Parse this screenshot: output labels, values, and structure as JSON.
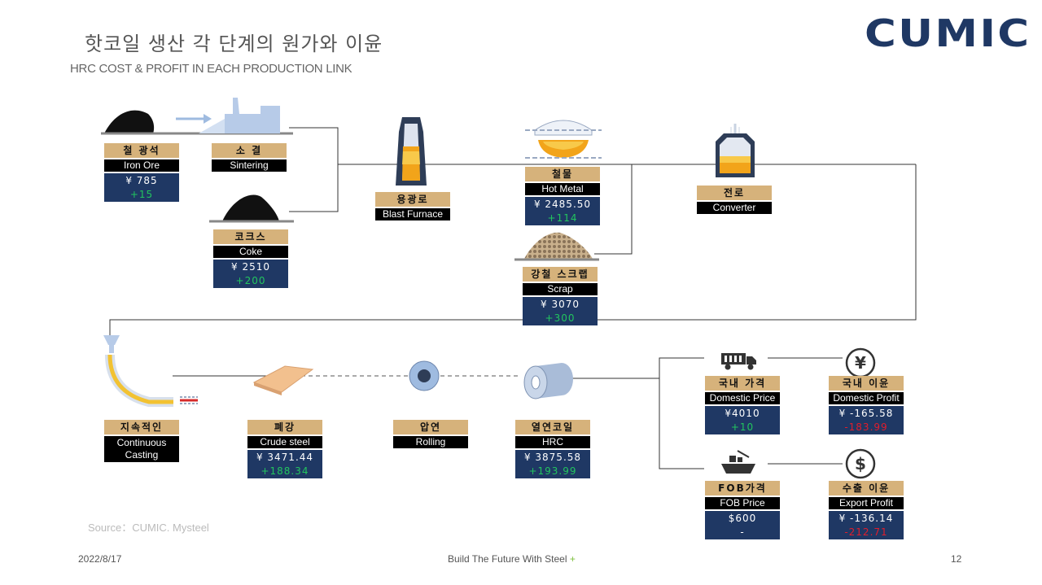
{
  "header": {
    "title_ko": "핫코일 생산 각 단계의 원가와 이윤",
    "title_en": "HRC COST & PROFIT IN EACH PRODUCTION LINK",
    "logo": "CUMIC"
  },
  "nodes": {
    "iron_ore": {
      "ko": "철 광석",
      "en": "Iron Ore",
      "price": "¥ 785",
      "delta": "+15"
    },
    "sintering": {
      "ko": "소 결",
      "en": "Sintering"
    },
    "coke": {
      "ko": "코크스",
      "en": "Coke",
      "price": "¥ 2510",
      "delta": "+200"
    },
    "blast_furnace": {
      "ko": "용광로",
      "en": "Blast Furnace"
    },
    "hot_metal": {
      "ko": "철물",
      "en": "Hot Metal",
      "price": "¥ 2485.50",
      "delta": "+114"
    },
    "scrap": {
      "ko": "강철 스크랩",
      "en": "Scrap",
      "price": "¥ 3070",
      "delta": "+300"
    },
    "converter": {
      "ko": "전로",
      "en": "Converter"
    },
    "continuous_casting": {
      "ko": "지속적인",
      "en": "Continuous Casting"
    },
    "crude_steel": {
      "ko": "폐강",
      "en": "Crude steel",
      "price": "¥ 3471.44",
      "delta": "+188.34"
    },
    "rolling": {
      "ko": "압연",
      "en": "Rolling"
    },
    "hrc": {
      "ko": "열연코일",
      "en": "HRC",
      "price": "¥ 3875.58",
      "delta": "+193.99"
    },
    "domestic_price": {
      "ko": "국내 가격",
      "en": "Domestic Price",
      "price": "¥4010",
      "delta": "+10"
    },
    "domestic_profit": {
      "ko": "국내 이윤",
      "en": "Domestic Profit",
      "price": "¥ -165.58",
      "delta": "-183.99"
    },
    "fob_price": {
      "ko": "FOB가격",
      "en": "FOB Price",
      "price": "$600",
      "delta": "-"
    },
    "export_profit": {
      "ko": "수출 이윤",
      "en": "Export Profit",
      "price": "¥ -136.14",
      "delta": "-212.71"
    }
  },
  "icons": {
    "yen": "¥",
    "dollar": "$"
  },
  "colors": {
    "label_tan": "#d6b27b",
    "value_navy": "#1f3864",
    "positive": "#22c55e",
    "negative": "#e11d2b",
    "logo": "#1f3864"
  },
  "footer": {
    "source": "Source：CUMIC. Mysteel",
    "date": "2022/8/17",
    "tagline": "Build The Future With Steel",
    "tagline_mark": "+",
    "page": "12"
  }
}
